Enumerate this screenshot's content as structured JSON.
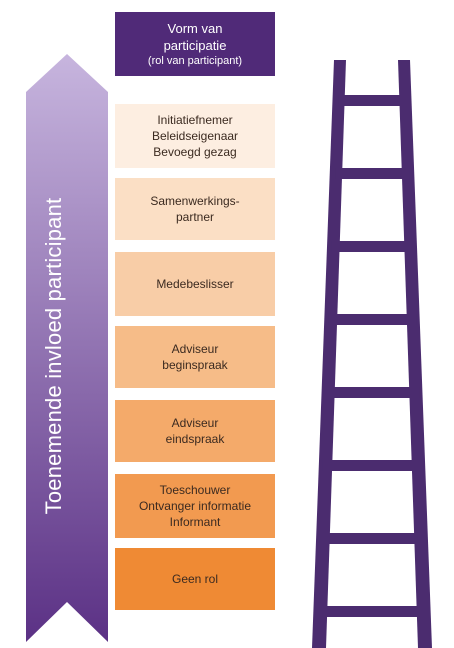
{
  "arrow": {
    "label": "Toenemende invloed participant",
    "color_top": "#c7b5de",
    "color_bottom": "#5b3185"
  },
  "header": {
    "line1": "Vorm van",
    "line2": "participatie",
    "line3": "(rol van participant)",
    "color": "#502a78"
  },
  "levels": [
    {
      "lines": [
        "Initiatiefnemer",
        "Beleidseigenaar",
        "Bevoegd gezag"
      ],
      "color": "#fdeee1"
    },
    {
      "lines": [
        "Samenwerkings-",
        "partner"
      ],
      "color": "#fbdfc5"
    },
    {
      "lines": [
        "Medebeslisser"
      ],
      "color": "#f8cda7"
    },
    {
      "lines": [
        "Adviseur",
        "beginspraak"
      ],
      "color": "#f6bc88"
    },
    {
      "lines": [
        "Adviseur",
        "eindspraak"
      ],
      "color": "#f4aa6a"
    },
    {
      "lines": [
        "Toeschouwer",
        "Ontvanger informatie",
        "Informant"
      ],
      "color": "#f29a50"
    },
    {
      "lines": [
        "Geen rol"
      ],
      "color": "#ef8a34"
    }
  ],
  "ladder": {
    "color": "#4b2c6f",
    "rungs": 8
  }
}
